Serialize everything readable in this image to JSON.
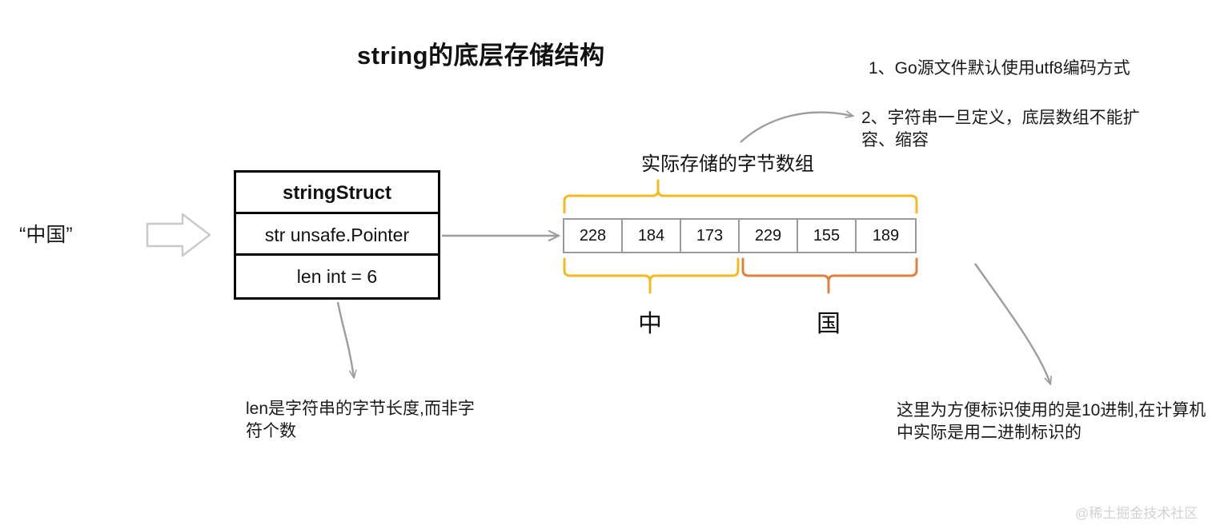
{
  "title": "string的底层存储结构",
  "source": {
    "string_literal": "“中国”",
    "arrow_icon": "block-arrow-right-icon"
  },
  "struct": {
    "name": "stringStruct",
    "fields": [
      "str unsafe.Pointer",
      "len int = 6"
    ]
  },
  "byte_array": {
    "caption": "实际存储的字节数组",
    "values": [
      "228",
      "184",
      "173",
      "229",
      "155",
      "189"
    ],
    "groups": [
      {
        "label": "中",
        "color": "#f5b921",
        "start": 0,
        "end": 2
      },
      {
        "label": "国",
        "color": "#e0803f",
        "start": 3,
        "end": 5
      }
    ]
  },
  "notes": {
    "utf8": "1、Go源文件默认使用utf8编码方式",
    "immutable": "2、字符串一旦定义，底层数组不能扩容、缩容",
    "len_meaning": "len是字符串的字节长度,而非字符个数",
    "decimal": "这里为方便标识使用的是10进制,在计算机中实际是用二进制标识的"
  },
  "watermark": "@稀土掘金技术社区",
  "colors": {
    "background": "#ffffff",
    "text": "#1a1a1a",
    "box_border": "#000000",
    "cell_border": "#9a9a9a",
    "connector": "#9d9d9d",
    "brace_first": "#f5b921",
    "brace_second": "#e0803f",
    "watermark": "#d2d2d2"
  }
}
